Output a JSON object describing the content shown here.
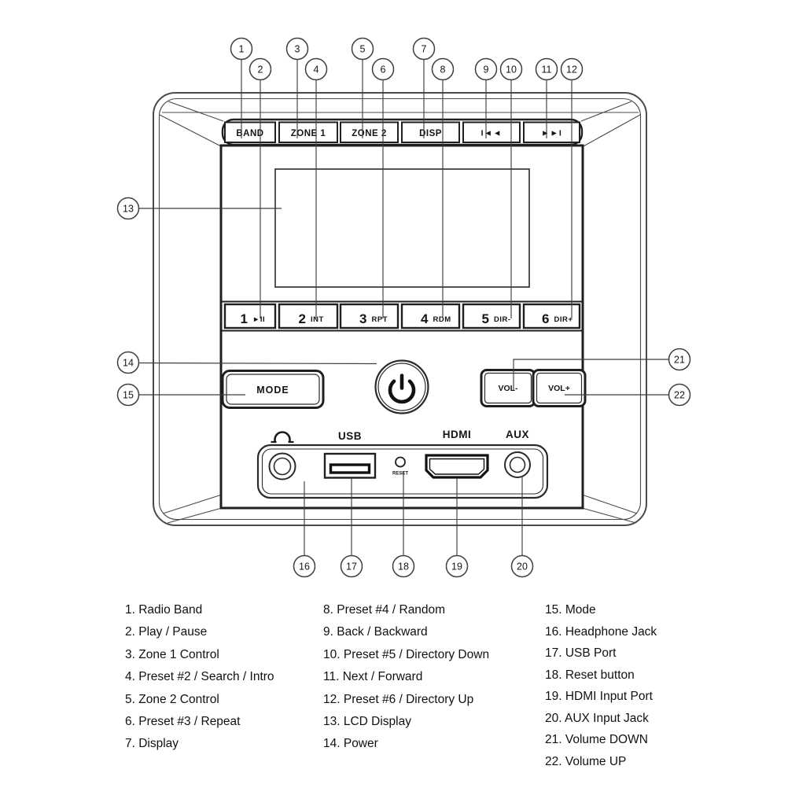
{
  "device": {
    "top_buttons": [
      "BAND",
      "ZONE 1",
      "ZONE 2",
      "DISP",
      "I◄◄",
      "►►I"
    ],
    "preset_buttons": [
      {
        "num": "1",
        "sub": "►II"
      },
      {
        "num": "2",
        "sub": "INT"
      },
      {
        "num": "3",
        "sub": "RPT"
      },
      {
        "num": "4",
        "sub": "RDM"
      },
      {
        "num": "5",
        "sub": "DIR-"
      },
      {
        "num": "6",
        "sub": "DIR+"
      }
    ],
    "mode_label": "MODE",
    "vol_down_label": "VOL-",
    "vol_up_label": "VOL+",
    "ports": {
      "usb": "USB",
      "hdmi": "HDMI",
      "aux": "AUX",
      "reset": "RESET"
    },
    "icons": {
      "power": "power-icon",
      "headphone": "headphone-icon"
    }
  },
  "callouts": [
    "1",
    "2",
    "3",
    "4",
    "5",
    "6",
    "7",
    "8",
    "9",
    "10",
    "11",
    "12",
    "13",
    "14",
    "15",
    "16",
    "17",
    "18",
    "19",
    "20",
    "21",
    "22"
  ],
  "legend": {
    "col1": [
      "1. Radio Band",
      "2. Play / Pause",
      "3. Zone 1 Control",
      "4. Preset #2 / Search / Intro",
      "5. Zone 2 Control",
      "6. Preset #3 / Repeat",
      "7. Display"
    ],
    "col2": [
      "8. Preset #4 / Random",
      "9. Back / Backward",
      "10. Preset #5 / Directory Down",
      "11. Next / Forward",
      "12. Preset #6 / Directory Up",
      "13. LCD Display",
      "14. Power"
    ],
    "col3": [
      "15. Mode",
      "16. Headphone Jack",
      "17. USB Port",
      "18. Reset button",
      "19. HDMI Input Port",
      "20. AUX Input Jack",
      "21. Volume DOWN",
      "22. Volume UP"
    ]
  },
  "colors": {
    "line": "#2a2a2a",
    "text": "#111111",
    "background": "#ffffff"
  }
}
